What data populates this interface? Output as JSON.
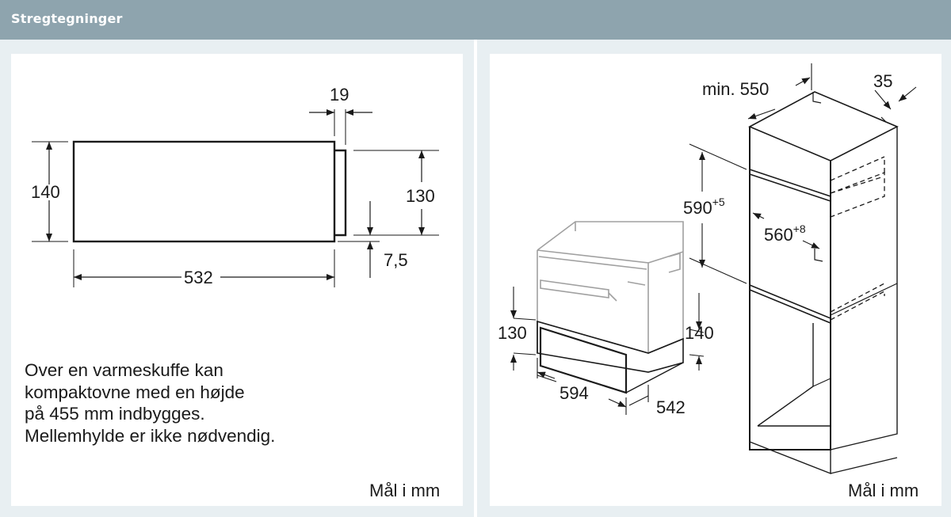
{
  "header": {
    "title": "Stregtegninger"
  },
  "left_panel": {
    "dims": {
      "front_width": "532",
      "total_height": "140",
      "rear_height": "130",
      "rear_offset": "7,5",
      "panel_depth": "19"
    },
    "note_lines": [
      "Over en varmeskuffe kan",
      "kompaktovne med en højde",
      "på 455 mm indbygges.",
      "Mellemhylde er ikke nødvendig."
    ],
    "unit_label": "Mål i mm"
  },
  "right_panel": {
    "dims": {
      "min_depth": "min. 550",
      "gap": "35",
      "niche_height": "590",
      "niche_height_tol": "+5",
      "niche_width": "560",
      "niche_width_tol": "+8",
      "drawer_height_front": "130",
      "drawer_height_side": "140",
      "drawer_width": "594",
      "drawer_depth": "542"
    },
    "unit_label": "Mål i mm"
  },
  "colors": {
    "header_bg": "#8ea4ae",
    "panel_bg": "#ffffff",
    "page_bg": "#e8eff2",
    "line": "#1a1a1a",
    "ghost_line": "#a0a0a0"
  }
}
